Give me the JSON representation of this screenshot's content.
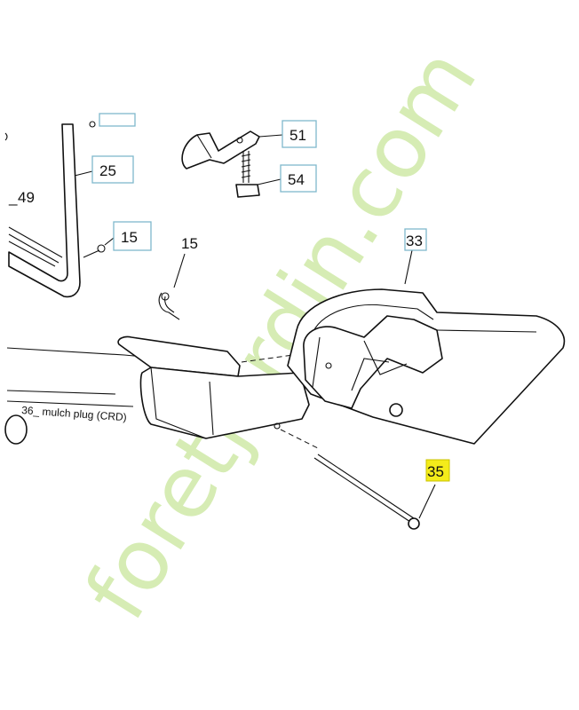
{
  "callouts": {
    "c51": "51",
    "c54": "54",
    "c25": "25",
    "c15_boxed": "15",
    "c15_plain": "15",
    "c33": "33",
    "c35": "35",
    "c49": "49"
  },
  "labels": {
    "mulch_plug": "36_ mulch plug (CRD)"
  },
  "watermark": {
    "text": "foretjardin.com",
    "colors": {
      "foret": "#d4ecb0",
      "accent": "#f6d3ae",
      "dotcom": "#cfc9c1"
    }
  },
  "colors": {
    "callout_box": "#7fb8cc",
    "highlight": "#f4ec1a"
  }
}
